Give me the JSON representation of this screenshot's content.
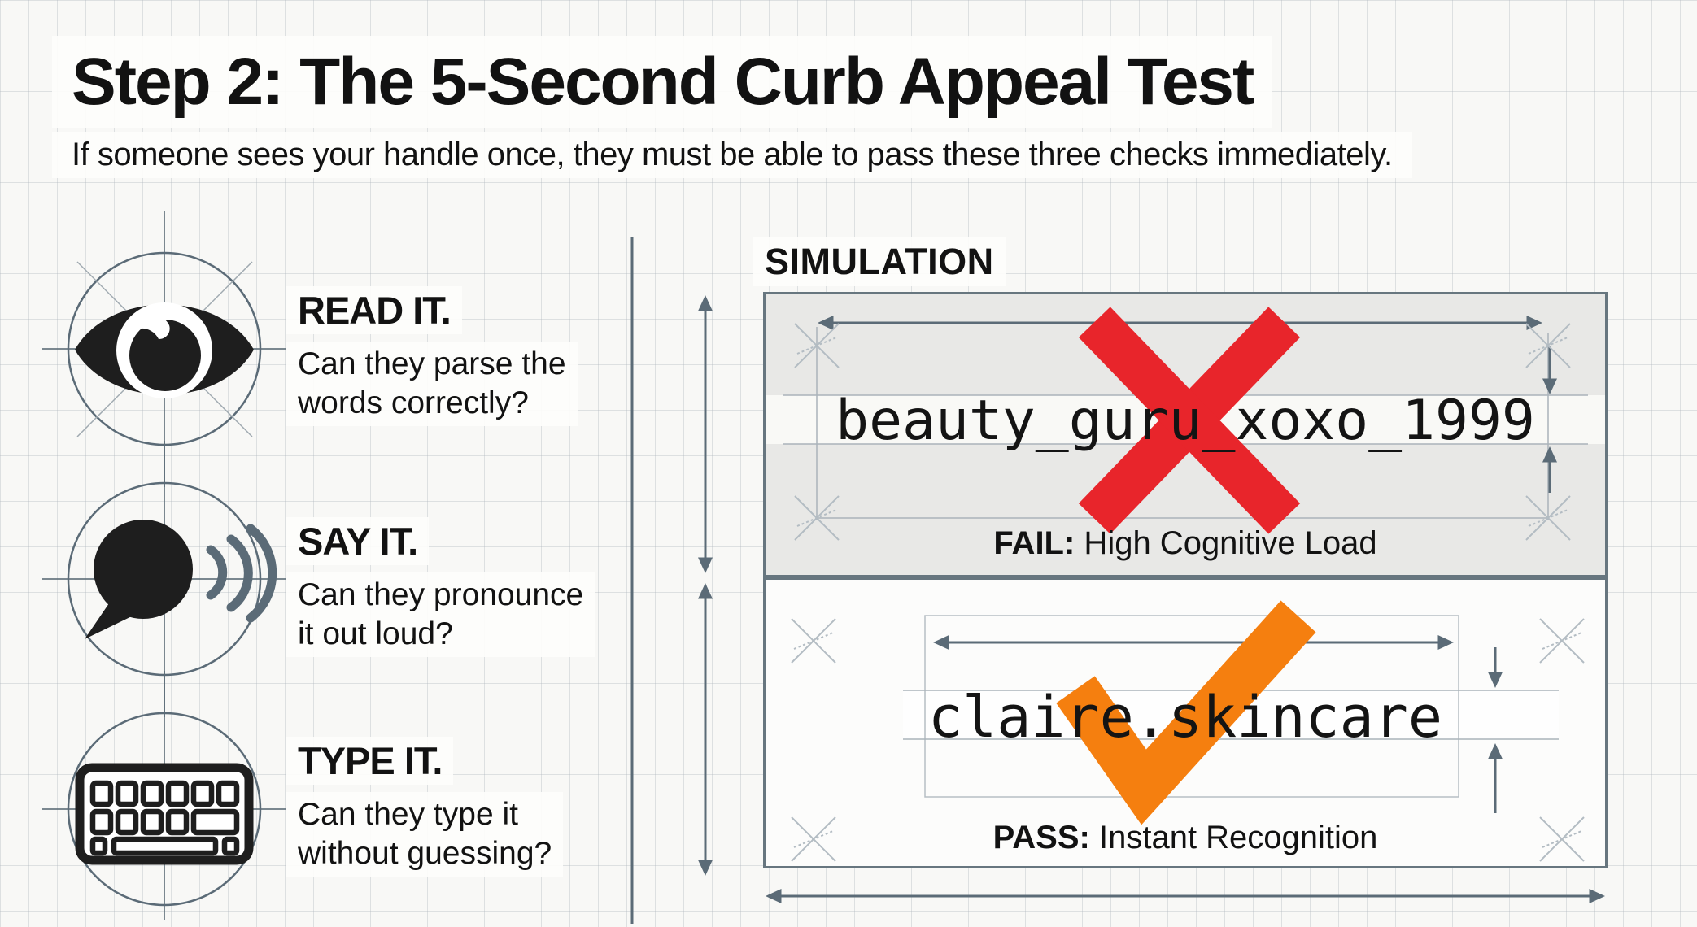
{
  "header": {
    "title": "Step 2: The 5-Second Curb Appeal Test",
    "subtitle": "If someone sees your handle once, they must be able to pass these three checks immediately."
  },
  "checks": [
    {
      "icon": "eye-icon",
      "title": "READ IT.",
      "line1": "Can they parse the",
      "line2": "words correctly?"
    },
    {
      "icon": "speech-bubble-icon",
      "title": "SAY IT.",
      "line1": "Can they pronounce",
      "line2": "it out loud?"
    },
    {
      "icon": "keyboard-icon",
      "title": "TYPE IT.",
      "line1": "Can they type it",
      "line2": "without guessing?"
    }
  ],
  "simulation": {
    "label": "SIMULATION",
    "fail": {
      "handle": "beauty_guru_xoxo_1999",
      "mark": "x-mark-icon",
      "verdict": "FAIL:",
      "reason": " High Cognitive Load"
    },
    "pass": {
      "handle": "claire.skincare",
      "mark": "check-mark-icon",
      "verdict": "PASS:",
      "reason": " Instant Recognition"
    }
  },
  "colors": {
    "fail_red": "#e8252b",
    "pass_orange": "#f57f0f",
    "blueprint_slate": "#5b6b77",
    "guide_gray": "#aab3ba",
    "fail_box_fill": "#e8e8e6",
    "ink": "#121212"
  }
}
